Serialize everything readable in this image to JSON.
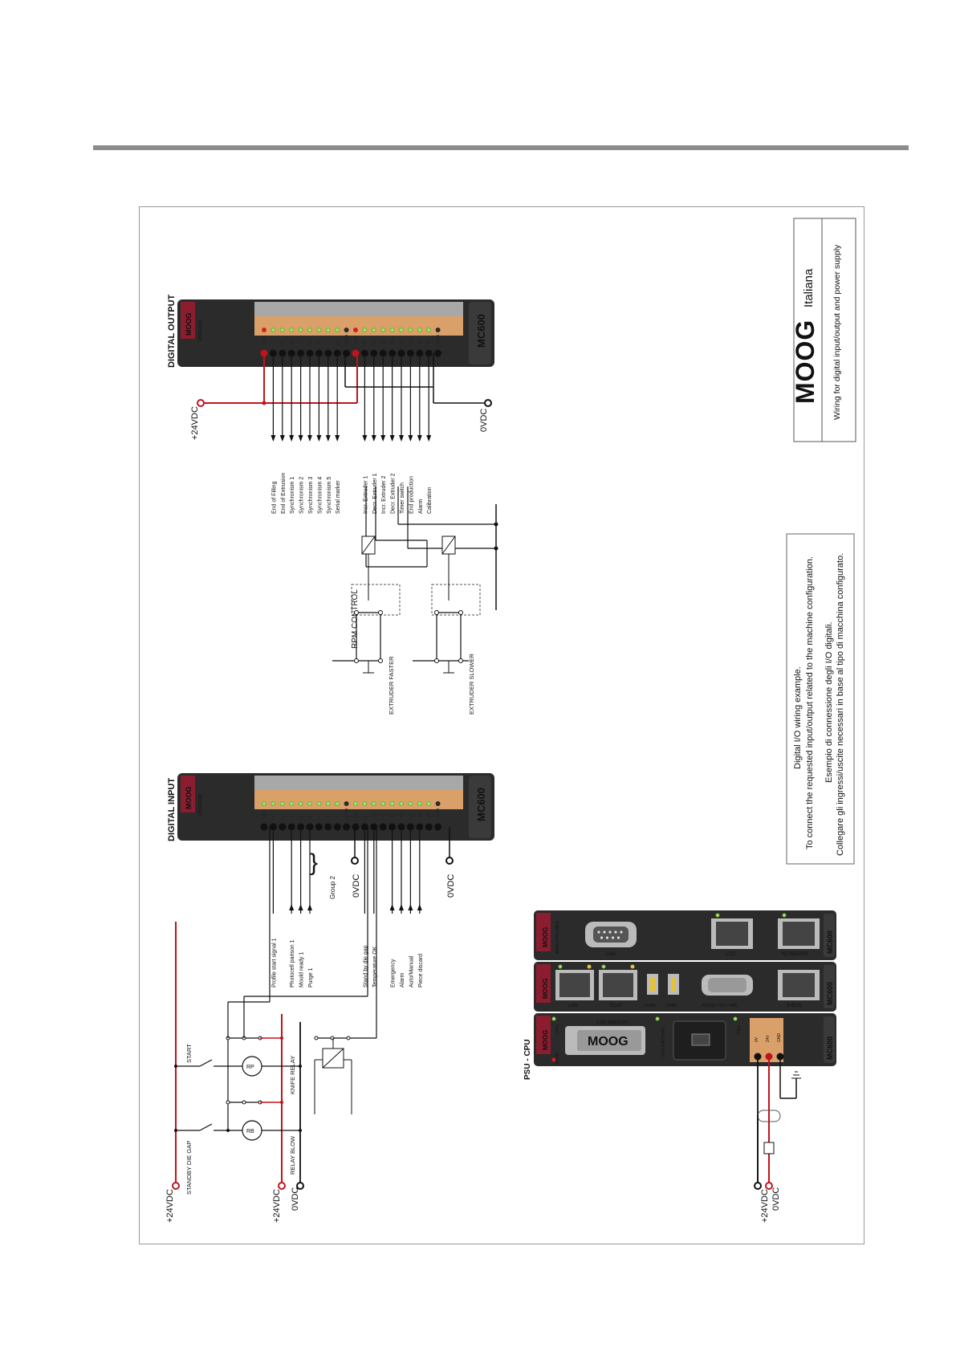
{
  "digital_output": {
    "title": "DIGITAL OUTPUT",
    "brand": "MOOG",
    "part_number": "1E001150",
    "model": "MC600",
    "pin_labels_top": [
      "24V",
      "1",
      "2",
      "3",
      "4",
      "5",
      "6",
      "7",
      "8",
      "GND"
    ],
    "pin_labels_bottom": [
      "24V",
      "9",
      "10",
      "11",
      "12",
      "13",
      "14",
      "15",
      "16",
      "GND"
    ],
    "supply_pos": "+24VDC",
    "supply_neg": "0VDC",
    "signals_group1": [
      "End of Filling",
      "End of Extrusion",
      "Synchronism 1",
      "Synchronism 2",
      "Synchronism 3",
      "Synchronism 4",
      "Synchronism 5",
      "Serial marker"
    ],
    "signals_group2": [
      "Incr. Extruder 1",
      "Decr. Extruder 1",
      "Incr. Extruder 2",
      "Decr. Extruder 2",
      "Timer switch",
      "End production",
      "Alarm",
      "Calibration"
    ]
  },
  "rpm_control": {
    "title": "RPM CONTROL",
    "faster_label": "EXTRUDER FASTER",
    "slower_label": "EXTRUDER SLOWER"
  },
  "digital_input": {
    "title": "DIGITAL INPUT",
    "brand": "MOOG",
    "part_number": "1E001100",
    "model": "MC600",
    "pin_labels_top": [
      "PK",
      "1",
      "2",
      "3",
      "4",
      "5",
      "6",
      "7",
      "8",
      "GND"
    ],
    "pin_labels_bottom": [
      "PK",
      "9",
      "10",
      "11",
      "12",
      "13",
      "14",
      "15",
      "16",
      "GND"
    ],
    "signals_group1": [
      "Profile start signal 1",
      "Photocell parison 1",
      "Mould ready 1",
      "Purge 1"
    ],
    "group_label": "Group 2",
    "zero_vdc_1": "0VDC",
    "signals_group2": [
      "Stand by die gap",
      "Temperature OK",
      "Emergency",
      "Alarm",
      "Auto/Manual",
      "Piece discard"
    ],
    "zero_vdc_2": "0VDC"
  },
  "input_wiring": {
    "supply_pos_1": "+24VDC",
    "supply_pos_2": "+24VDC",
    "supply_neg": "0VDC",
    "standby_label": "STANDBY DIE GAP",
    "start_label": "START",
    "relay_blow_label": "RELAY BLOW",
    "knife_relay_label": "KNIFE RELAY",
    "rb_label": "RB",
    "rp_label": "RP"
  },
  "cpu_rack": {
    "title": "PSU - CPU",
    "psu_module": {
      "brand": "MOOG",
      "stop_label": "STOP",
      "cpu_label": "CPU",
      "license_key_label": "LICENSE KEY",
      "low_battery_label": "LOW BATTERY",
      "psu_label": "PSU",
      "terminal_labels": [
        "0V",
        "24V",
        "GND"
      ],
      "model": "MC600"
    },
    "comm_module": {
      "brand": "MOOG",
      "ports": [
        "LAN",
        "ECAT",
        "USB1",
        "USB2",
        "RS232 / 422 / 485",
        "B-BUS"
      ],
      "model": "MC600"
    },
    "cpu_module": {
      "brand": "MOOG",
      "part_label": "MAIN CPU 6001",
      "ports": [
        "CAN",
        "LCD",
        "KEYBOARD"
      ],
      "model": "MC600"
    },
    "supply_pos": "+24VDC",
    "supply_neg": "0VDC"
  },
  "notes": {
    "line1": "Digital I/O wiring example.",
    "line2": "To connect the requested input/output related to the machine configuration.",
    "line3": "Esempio di connessione degli I/O digitali.",
    "line4": "Collegare gli ingressi/uscite necessari in base al tipo di macchina configurato."
  },
  "title_block": {
    "brand": "MOOG",
    "brand_suffix": "Italiana",
    "subtitle": "Wiring for digital input/output and power supply"
  },
  "colors": {
    "wire_red": "#c0141c",
    "wire_black": "#111111",
    "module_body": "#2b2b2b",
    "brand_red": "#8c1d2f",
    "terminal_orange": "#d9a06a",
    "led_green": "#7cd13a"
  }
}
